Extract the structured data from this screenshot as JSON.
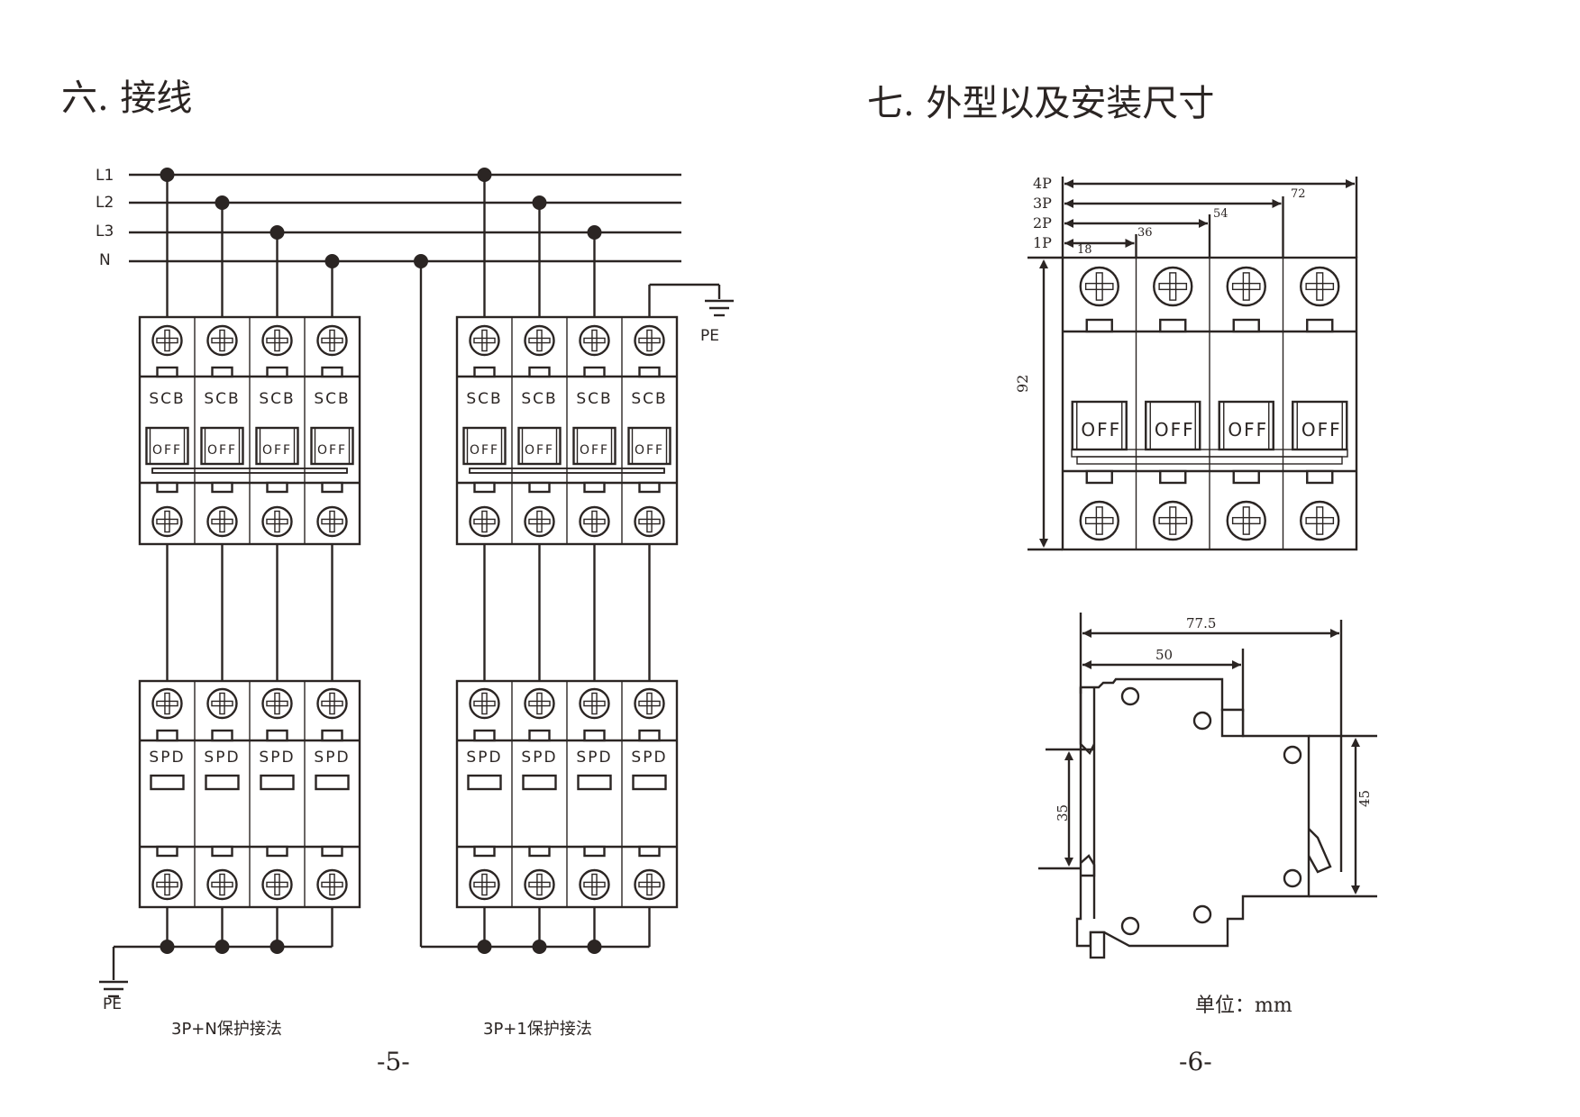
{
  "page_left": {
    "section_title": "六. 接线",
    "page_number": "-5-",
    "bus_labels": [
      "L1",
      "L2",
      "L3",
      "N"
    ],
    "pe_label": "PE",
    "scb_label": "SCB",
    "spd_label": "SPD",
    "off_label": "OFF",
    "diagram_3pn": {
      "caption": "3P+N保护接法",
      "poles": 4,
      "connections": [
        "L1",
        "L2",
        "L3",
        "N"
      ],
      "ground": "PE (bottom-left)"
    },
    "diagram_3p1": {
      "caption": "3P+1保护接法",
      "poles": 4,
      "connections": [
        "L1",
        "L2",
        "L3",
        "PE"
      ],
      "spd_common": "N"
    }
  },
  "page_right": {
    "section_title": "七. 外型以及安装尺寸",
    "page_number": "-6-",
    "front_view": {
      "pole_labels": [
        "4P",
        "3P",
        "2P",
        "1P"
      ],
      "widths": [
        "72",
        "54",
        "36",
        "18"
      ],
      "height": "92",
      "poles": 4,
      "off_label": "OFF"
    },
    "side_view": {
      "depth_total": "77.5",
      "depth_front": "50",
      "rail_height": "35",
      "front_height": "45"
    },
    "unit_label": "单位：mm"
  }
}
